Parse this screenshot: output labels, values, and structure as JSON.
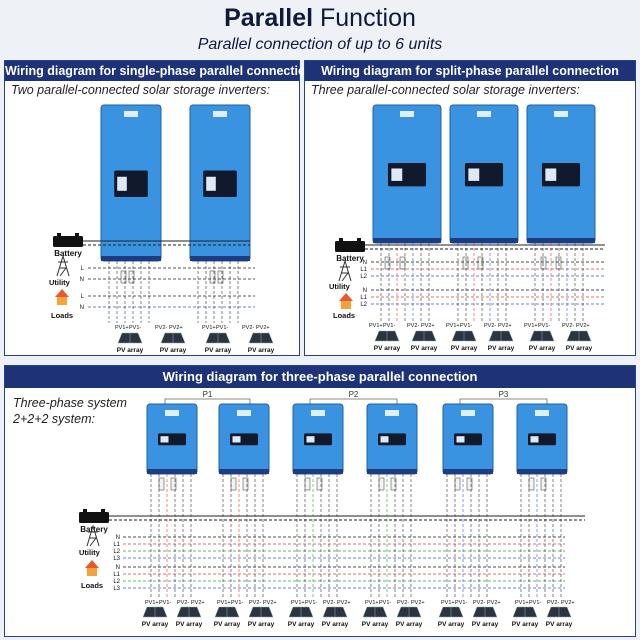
{
  "header": {
    "title_bold": "Parallel",
    "title_rest": " Function",
    "subtitle": "Parallel connection of up to 6 units"
  },
  "panels": {
    "single": {
      "heading": "Wiring diagram for single-phase parallel connection",
      "subheading": "Two parallel-connected solar storage inverters:"
    },
    "split": {
      "heading": "Wiring diagram for split-phase parallel connection",
      "subheading": "Three parallel-connected solar storage inverters:"
    },
    "three": {
      "heading": "Wiring diagram for three-phase parallel connection",
      "subheading_line1": "Three-phase system",
      "subheading_line2": "2+2+2 system:"
    }
  },
  "labels": {
    "battery": "Battery",
    "utility": "Utility",
    "loads": "Loads",
    "pv_array": "PV array",
    "pv1_plus": "PV1+",
    "pv1_minus": "PV1-",
    "pv2_minus": "PV2-",
    "pv2_plus": "PV2+"
  },
  "bus_labels": {
    "single_utility": [
      "L",
      "N"
    ],
    "single_loads": [
      "L",
      "N"
    ],
    "split_utility": [
      "N",
      "L1",
      "L2"
    ],
    "split_loads": [
      "N",
      "L1",
      "L2"
    ],
    "three_utility": [
      "N",
      "L1",
      "L2",
      "L3"
    ],
    "three_loads": [
      "N",
      "L1",
      "L2",
      "L3"
    ]
  },
  "phase_groups": [
    "P1",
    "P2",
    "P3"
  ],
  "colors": {
    "navy": "#1d3277",
    "inverter_blue": "#3a93e0",
    "wire_red": "#e23b3b",
    "wire_green": "#27a33a",
    "wire_blue": "#3b54d6"
  }
}
